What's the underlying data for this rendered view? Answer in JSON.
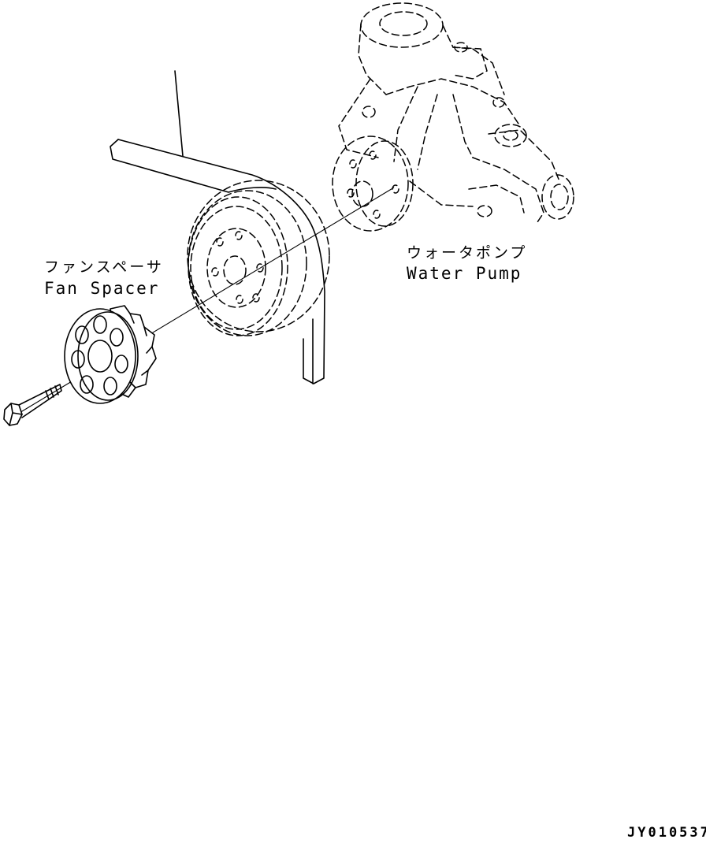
{
  "labels": {
    "fan_spacer_ja": "ファンスペーサ",
    "fan_spacer_en": "Fan Spacer",
    "water_pump_ja": "ウォータポンプ",
    "water_pump_en": "Water Pump"
  },
  "drawing_code": "JY010537"
}
